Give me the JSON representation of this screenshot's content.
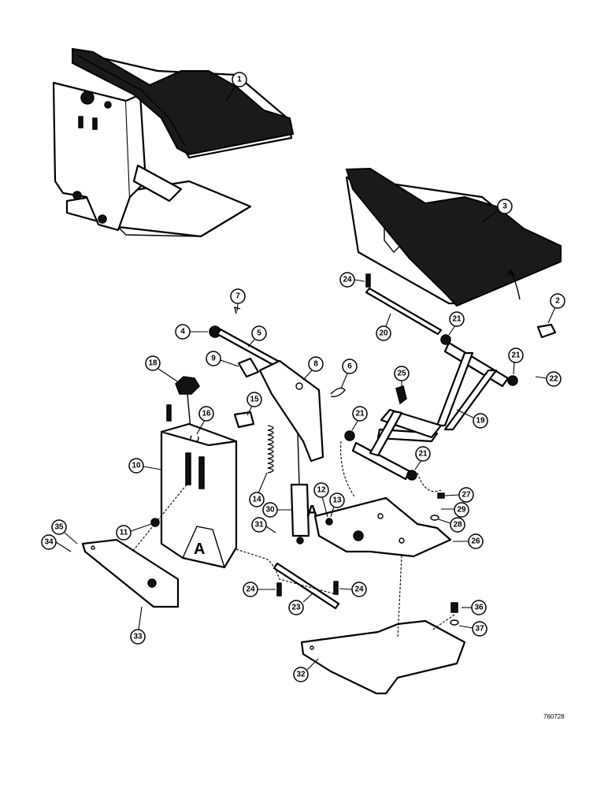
{
  "callouts": [
    "1",
    "2",
    "3",
    "4",
    "5",
    "6",
    "7",
    "8",
    "9",
    "10",
    "11",
    "12",
    "13",
    "14",
    "15",
    "16",
    "18",
    "19",
    "20",
    "21",
    "21",
    "21",
    "21",
    "22",
    "23",
    "24",
    "24",
    "24",
    "25",
    "26",
    "27",
    "28",
    "29",
    "30",
    "31",
    "32",
    "33",
    "34",
    "35",
    "36",
    "37"
  ],
  "section_marks": [
    "A",
    "A"
  ],
  "document_number": "760728"
}
